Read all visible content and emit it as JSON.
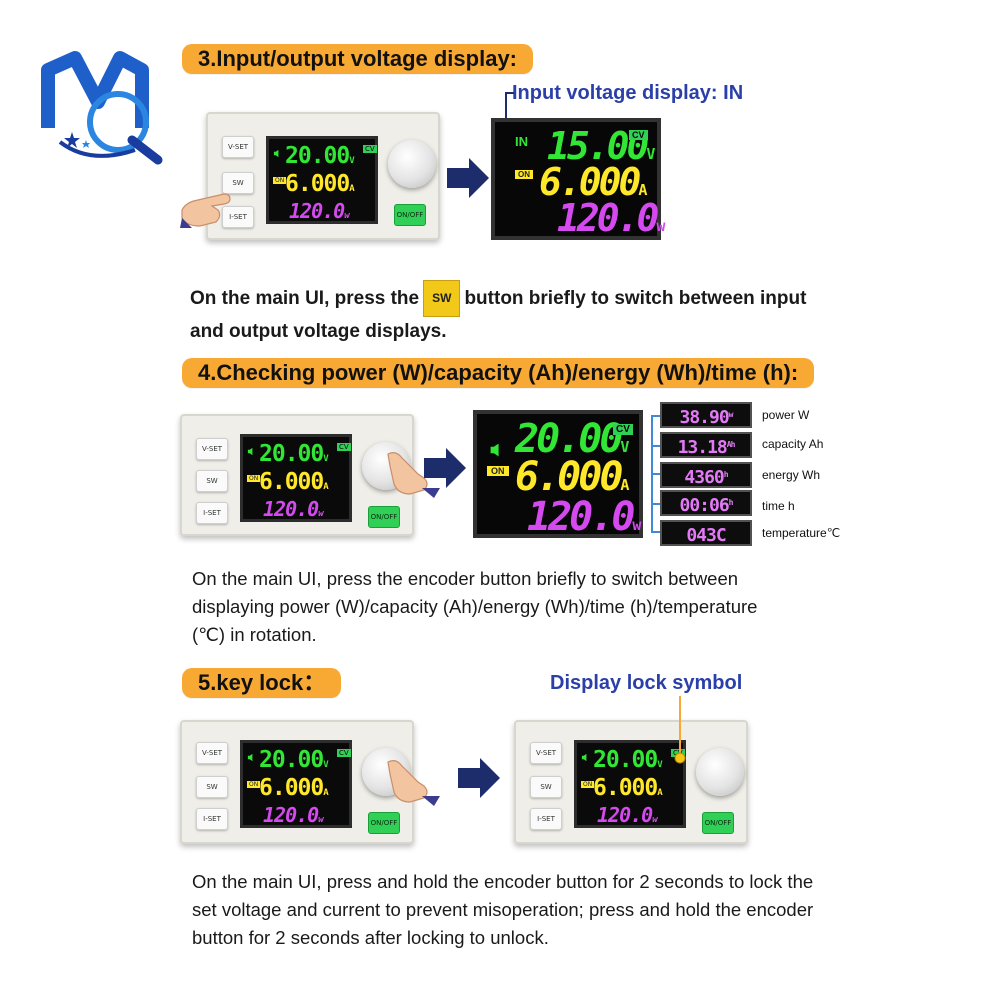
{
  "colors": {
    "header_bg": "#f7a934",
    "label_blue": "#2b3fa8",
    "digit_green": "#32e636",
    "digit_yellow": "#ffe82a",
    "digit_magenta": "#d44aee",
    "onoff_green": "#30d056"
  },
  "logo": {
    "icon": "mq-logo-icon"
  },
  "device": {
    "btn_vset": "V-SET",
    "btn_sw": "SW",
    "btn_iset": "I-SET",
    "btn_onoff": "ON/OFF",
    "voltage": "20.00",
    "current": "6.000",
    "power": "120.0",
    "unit_v": "V",
    "unit_a": "A",
    "unit_w": "w",
    "cv_tag": "CV",
    "on_tag": "ON"
  },
  "section3": {
    "header": "3.Input/output voltage display:",
    "label": "Input voltage display: IN",
    "screen": {
      "in_tag": "IN",
      "cv_tag": "CV",
      "on_tag": "ON",
      "voltage": "15.00",
      "current": "6.000",
      "power": "120.0",
      "unit_v": "V",
      "unit_a": "A",
      "unit_w": "w"
    },
    "para_line1_before": "On the main UI, press the",
    "para_sw": "SW",
    "para_line1_after": "button briefly to switch between input",
    "para_line2": "and output voltage displays."
  },
  "section4": {
    "header": "4.Checking power (W)/capacity (Ah)/energy (Wh)/time (h):",
    "screen": {
      "voltage": "20.00",
      "current": "6.000",
      "power": "120.0",
      "cv_tag": "CV",
      "on_tag": "ON",
      "unit_v": "V",
      "unit_a": "A",
      "unit_w": "w"
    },
    "readouts": [
      {
        "value": "38.90",
        "unit": "w",
        "label": "power W"
      },
      {
        "value": "13.18",
        "unit": "Ah",
        "label": "capacity Ah"
      },
      {
        "value": "4360",
        "unit": "h",
        "label": "energy Wh"
      },
      {
        "value": "00:06",
        "unit": "h",
        "label": "time h"
      },
      {
        "value": "043C",
        "unit": "",
        "label": "temperature℃"
      }
    ],
    "para_line1": "On the main UI, press the encoder button briefly to switch between",
    "para_line2": "displaying power (W)/capacity (Ah)/energy (Wh)/time (h)/temperature",
    "para_line3": "(℃) in rotation."
  },
  "section5": {
    "header": "5.key lock：",
    "label": "Display lock symbol",
    "para_line1": "On the main UI, press and hold the encoder button for 2 seconds to lock the",
    "para_line2": "set voltage and current to prevent misoperation; press and hold the encoder",
    "para_line3": "button for 2 seconds after locking to unlock."
  }
}
